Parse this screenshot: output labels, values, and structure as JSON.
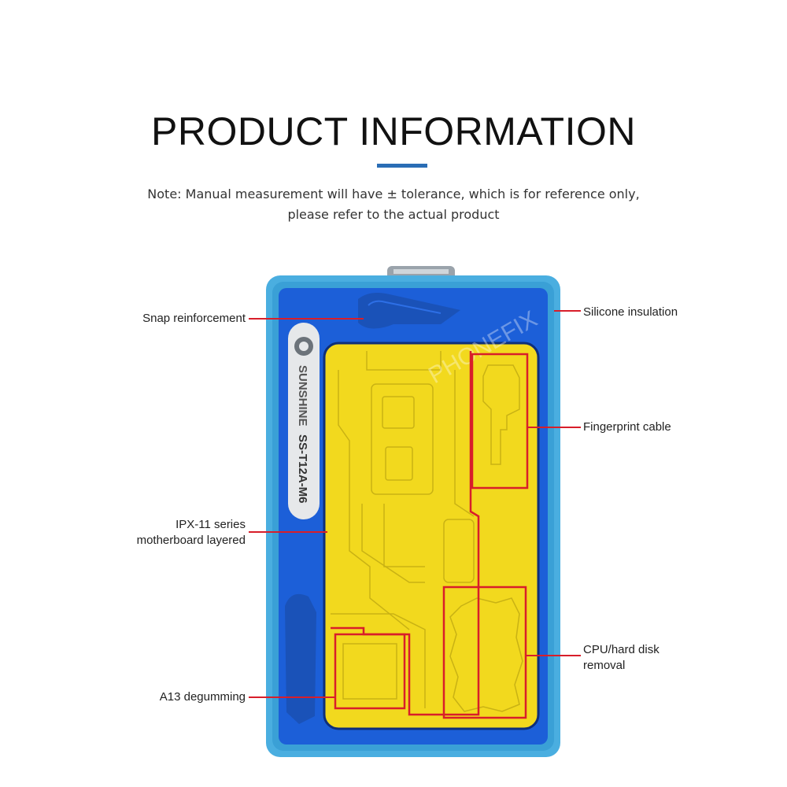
{
  "header": {
    "title": "PRODUCT INFORMATION",
    "note_line1": "Note: Manual measurement will have ± tolerance, which is for reference only,",
    "note_line2": "please refer to the actual product"
  },
  "device": {
    "brand": "SUNSHINE",
    "model": "SS-T12A-M6",
    "watermark": "PHONEFIX",
    "colors": {
      "outer_frame": "#4aaee0",
      "body": "#1c5fd8",
      "plate": "#f2d91e",
      "callout": "#d81e2a"
    }
  },
  "callouts": {
    "snap": "Snap reinforcement",
    "silicone": "Silicone insulation",
    "fingerprint": "Fingerprint cable",
    "ipx_line1": "IPX-11 series",
    "ipx_line2": "motherboard layered",
    "cpu_line1": "CPU/hard disk",
    "cpu_line2": "removal",
    "a13": "A13 degumming"
  }
}
